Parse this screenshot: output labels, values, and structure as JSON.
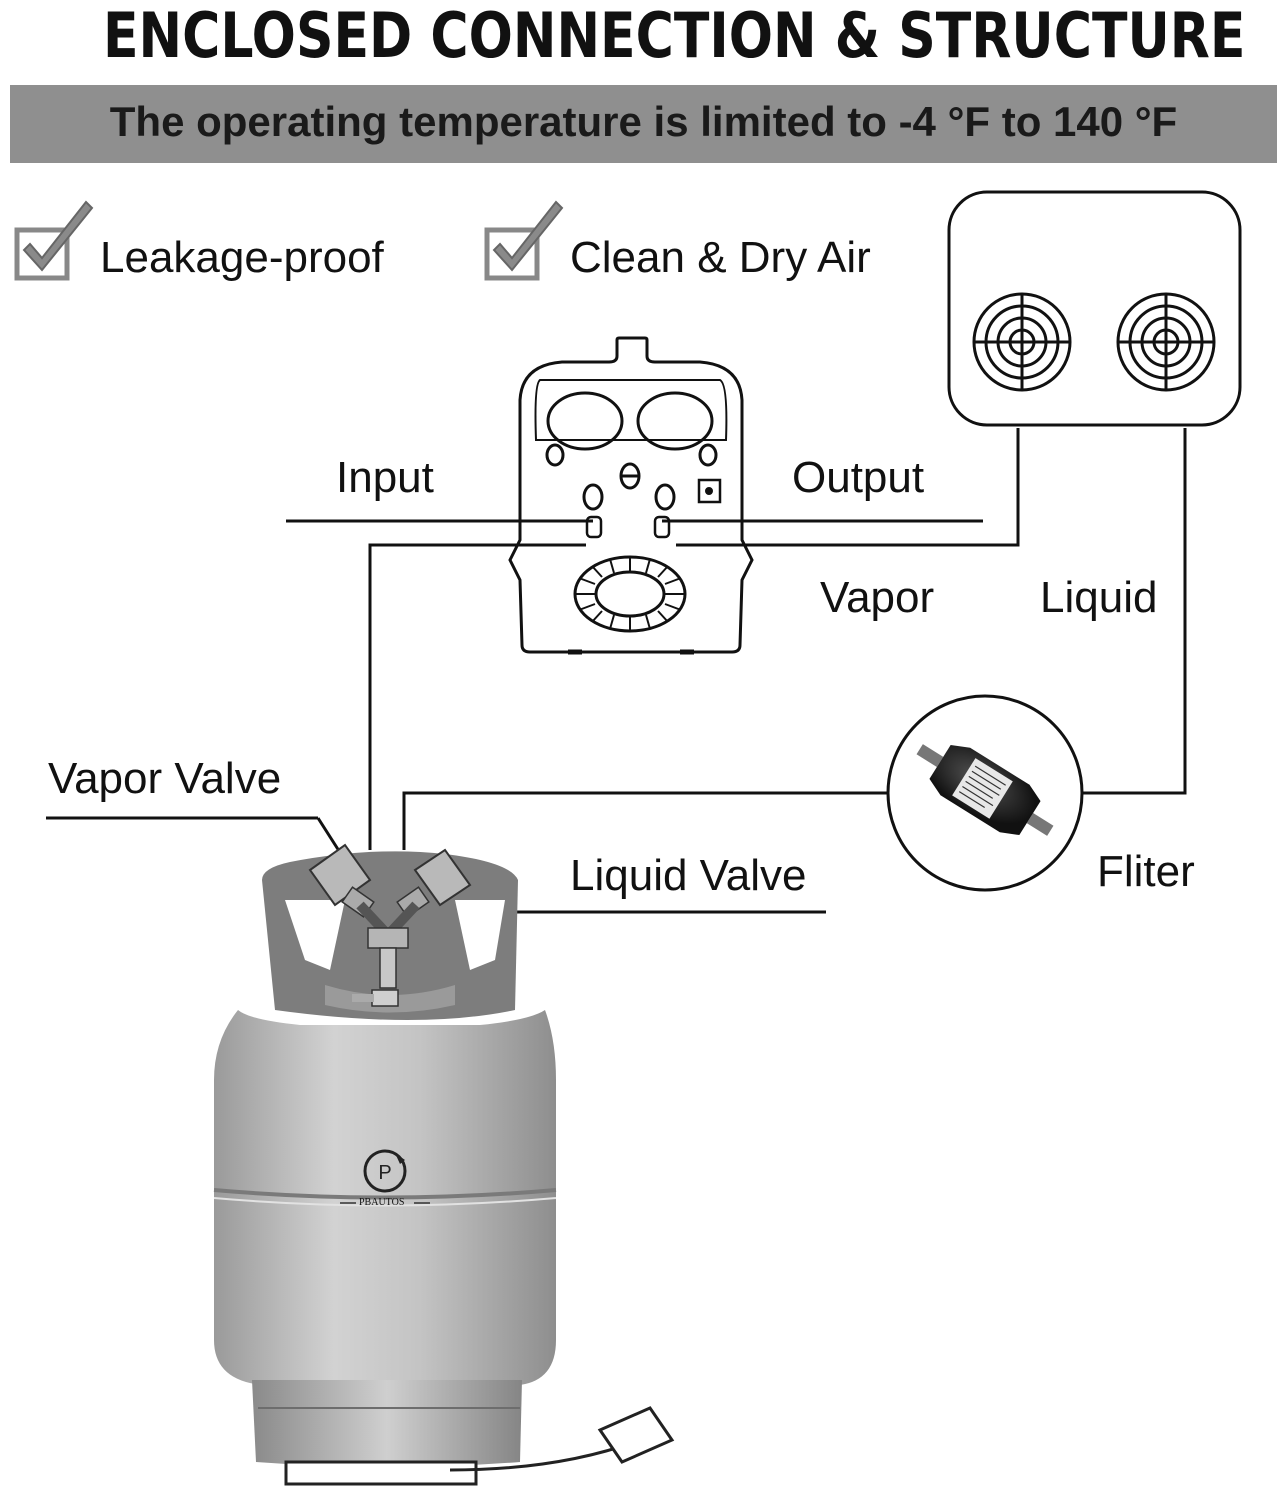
{
  "header": {
    "title": "ENCLOSED CONNECTION & STRUCTURE",
    "banner": "The operating temperature is limited to -4 °F to 140 °F"
  },
  "features": [
    {
      "label": "Leakage-proof",
      "icon": "checkbox-checked-icon"
    },
    {
      "label": "Clean & Dry Air",
      "icon": "checkbox-checked-icon"
    }
  ],
  "diagram": {
    "input_label": "Input",
    "output_label": "Output",
    "vapor_label": "Vapor",
    "liquid_label": "Liquid",
    "vapor_valve_label": "Vapor Valve",
    "liquid_valve_label": "Liquid Valve",
    "filter_label": "Fliter",
    "brand": "PBAUTOS"
  }
}
